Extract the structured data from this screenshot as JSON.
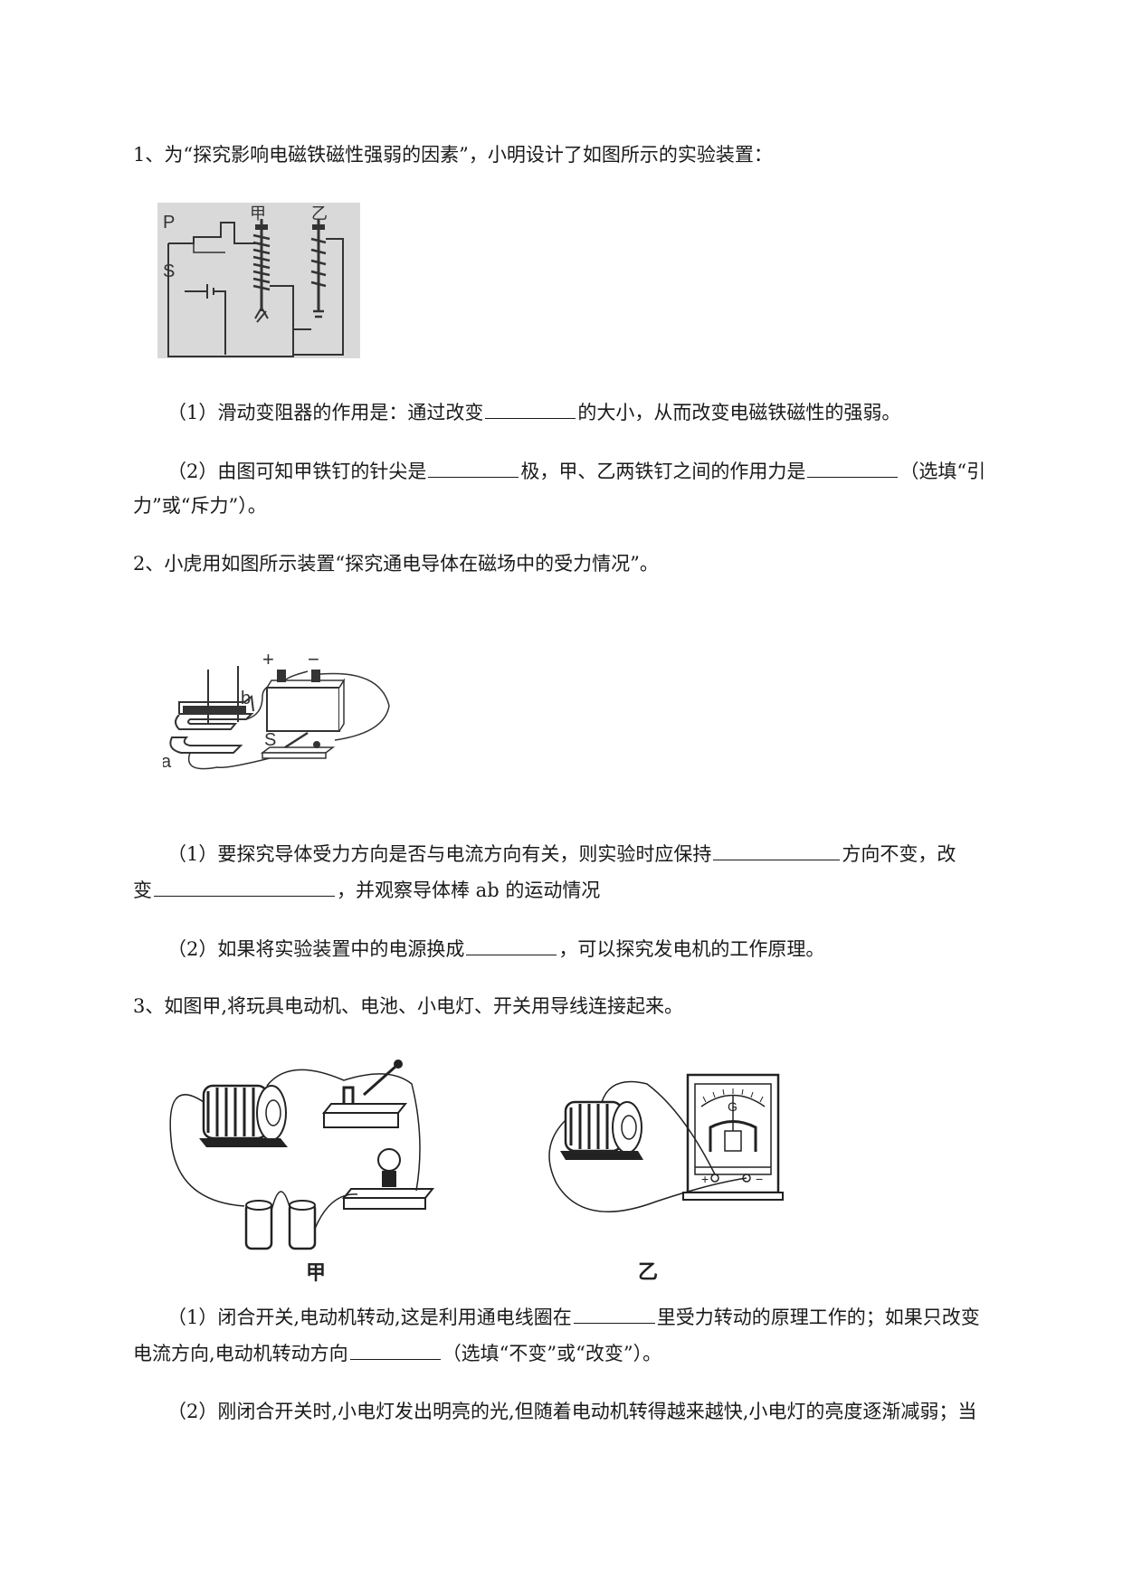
{
  "q1": {
    "stem": "1、为“探究影响电磁铁磁性强弱的因素”，小明设计了如图所示的实验装置：",
    "figure_labels": {
      "p": "P",
      "s": "S",
      "jia": "甲",
      "yi": "乙"
    },
    "p1_a": "（1）滑动变阻器的作用是：通过改变",
    "p1_b": "的大小，从而改变电磁铁磁性的强弱。",
    "p2_a": "（2）由图可知甲铁钉的针尖是",
    "p2_b": "极，甲、乙两铁钉之间的作用力是",
    "p2_c": "（选填“引",
    "p2_d": "力”或“斥力”）。"
  },
  "q2": {
    "stem": "2、小虎用如图所示装置“探究通电导体在磁场中的受力情况”。",
    "figure_labels": {
      "plus": "+",
      "minus": "−",
      "a": "a",
      "b": "b",
      "s": "S"
    },
    "p1_a": "（1）要探究导体受力方向是否与电流方向有关，则实验时应保持",
    "p1_b": "方向不变，改",
    "p1_c": "变",
    "p1_d": "，并观察导体棒 ab 的运动情况",
    "p2_a": "（2）如果将实验装置中的电源换成",
    "p2_b": "，可以探究发电机的工作原理。"
  },
  "q3": {
    "stem": "3、如图甲,将玩具电动机、电池、小电灯、开关用导线连接起来。",
    "figure_labels": {
      "jia": "甲",
      "yi": "乙",
      "g": "G",
      "plus": "+",
      "minus": "−"
    },
    "p1_a": "（1）闭合开关,电动机转动,这是利用通电线圈在",
    "p1_b": "里受力转动的原理工作的；如果只改变",
    "p1_c": "电流方向,电动机转动方向",
    "p1_d": "（选填“不变”或“改变”）。",
    "p2": "（2）刚闭合开关时,小电灯发出明亮的光,但随着电动机转得越来越快,小电灯的亮度逐渐减弱；当"
  }
}
